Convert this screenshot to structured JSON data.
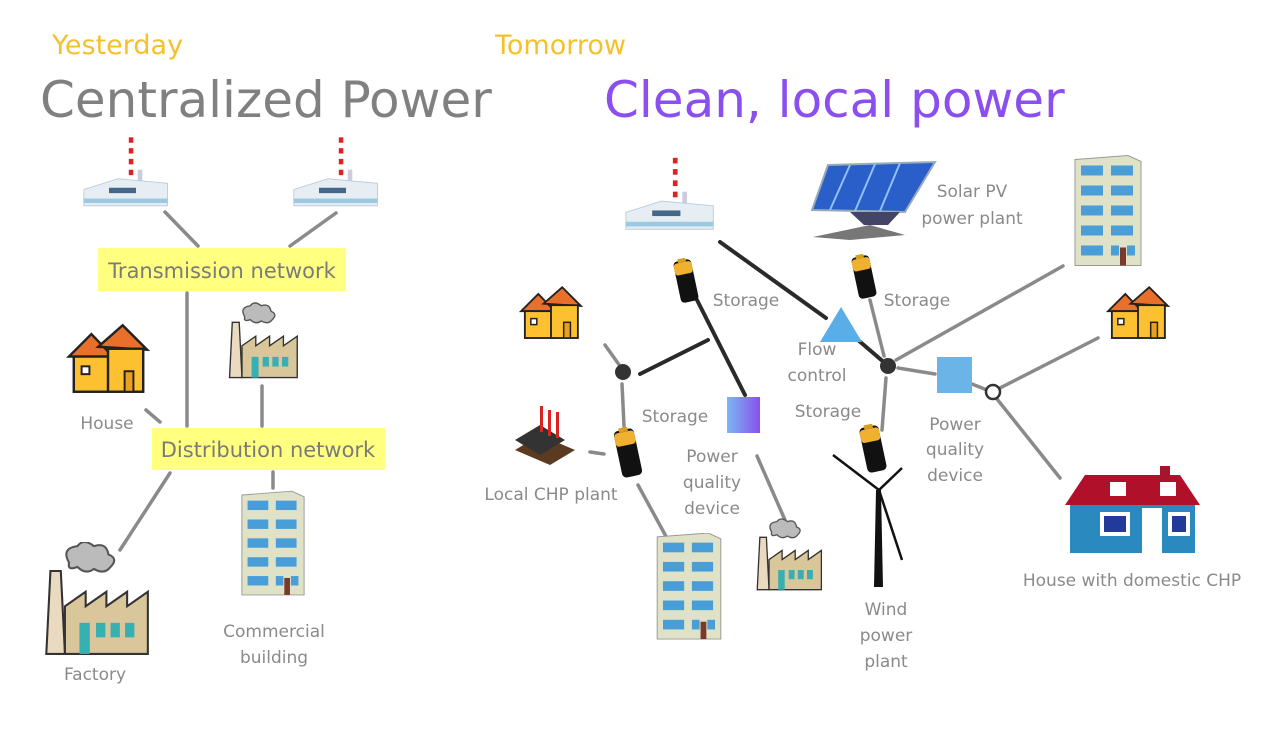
{
  "left": {
    "kicker": "Yesterday",
    "title": "Centralized Power",
    "transmission_label": "Transmission network",
    "distribution_label": "Distribution network",
    "house_label": "House",
    "factory_label": "Factory",
    "commercial_label_1": "Commercial",
    "commercial_label_2": "building"
  },
  "right": {
    "kicker": "Tomorrow",
    "title": "Clean, local power",
    "solar_label_1": "Solar PV",
    "solar_label_2": "power plant",
    "storage_1": "Storage",
    "storage_2": "Storage",
    "storage_3": "Storage",
    "storage_4": "Storage",
    "flow_1": "Flow",
    "flow_2": "control",
    "pq_left_1": "Power",
    "pq_left_2": "quality",
    "pq_left_3": "device",
    "pq_right_1": "Power",
    "pq_right_2": "quality",
    "pq_right_3": "device",
    "chp_label": "Local CHP plant",
    "wind_1": "Wind",
    "wind_2": "power",
    "wind_3": "plant",
    "house_chp_label": "House with domestic CHP"
  },
  "colors": {
    "kicker": "#f5c12b",
    "left_title": "#808080",
    "right_title": "#8b4ff0",
    "highlight_box": "#ffff80",
    "flow_control": "#5aaee8",
    "power_quality_left": "#8a5cf0",
    "power_quality_right": "#6ab4e8"
  }
}
